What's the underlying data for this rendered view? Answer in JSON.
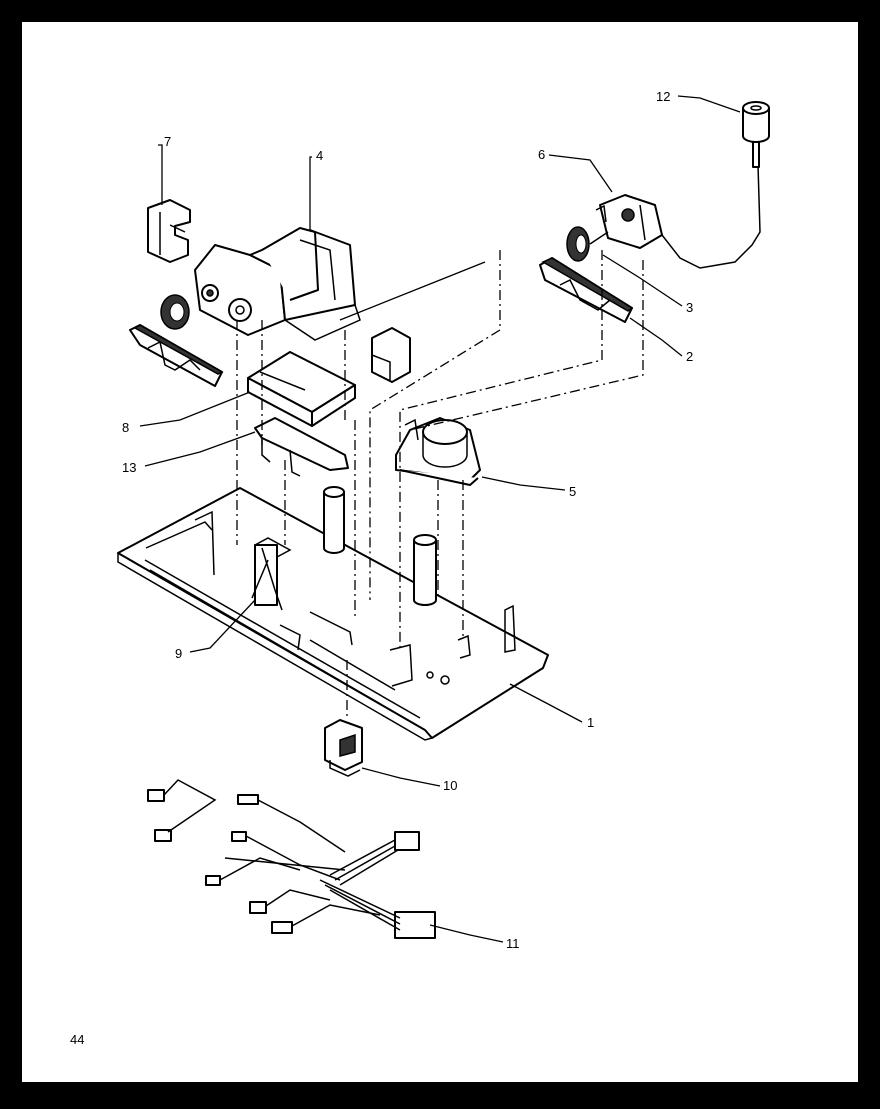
{
  "diagram": {
    "page_number": "44",
    "callouts": [
      "1",
      "2",
      "3",
      "4",
      "5",
      "6",
      "7",
      "8",
      "9",
      "10",
      "11",
      "12",
      "13"
    ],
    "colors": {
      "ink": "#000000",
      "paper": "#ffffff",
      "border": "#000000"
    }
  }
}
